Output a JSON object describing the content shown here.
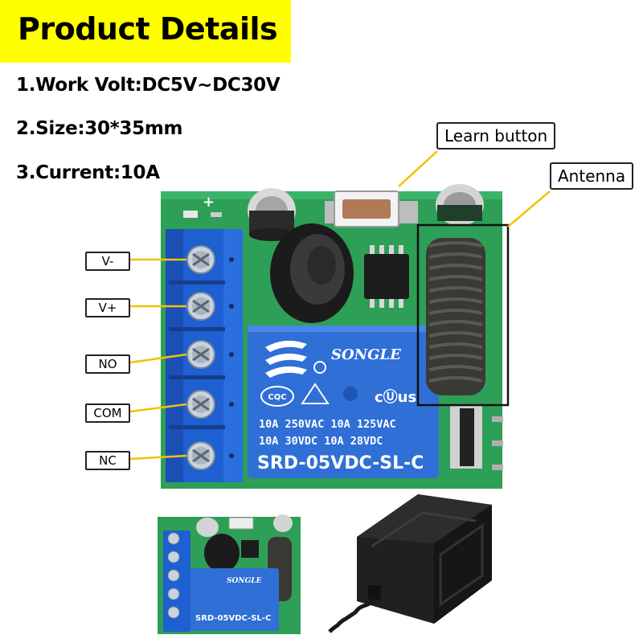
{
  "banner": {
    "title": "Product Details"
  },
  "specs": [
    {
      "text": "1.Work Volt:DC5V~DC30V"
    },
    {
      "text": "2.Size:30*35mm"
    },
    {
      "text": "3.Current:10A"
    }
  ],
  "callouts": {
    "learn_button": "Learn button",
    "antenna": "Antenna"
  },
  "terminals": [
    "V-",
    "V+",
    "NO",
    "COM",
    "NC"
  ],
  "relay": {
    "brand": "SONGLE",
    "cert": "CQC",
    "rating_line1": "10A 250VAC  10A 125VAC",
    "rating_line2": "10A  30VDC  10A  28VDC",
    "model": "SRD-05VDC-SL-C"
  },
  "board_marks": {
    "plus": "+"
  },
  "colors": {
    "banner": "#ffff00",
    "callout_line": "#f2c200",
    "pcb": "#2e9f57",
    "relay": "#2f6fd6",
    "terminal_block": "#1e5fd1"
  }
}
